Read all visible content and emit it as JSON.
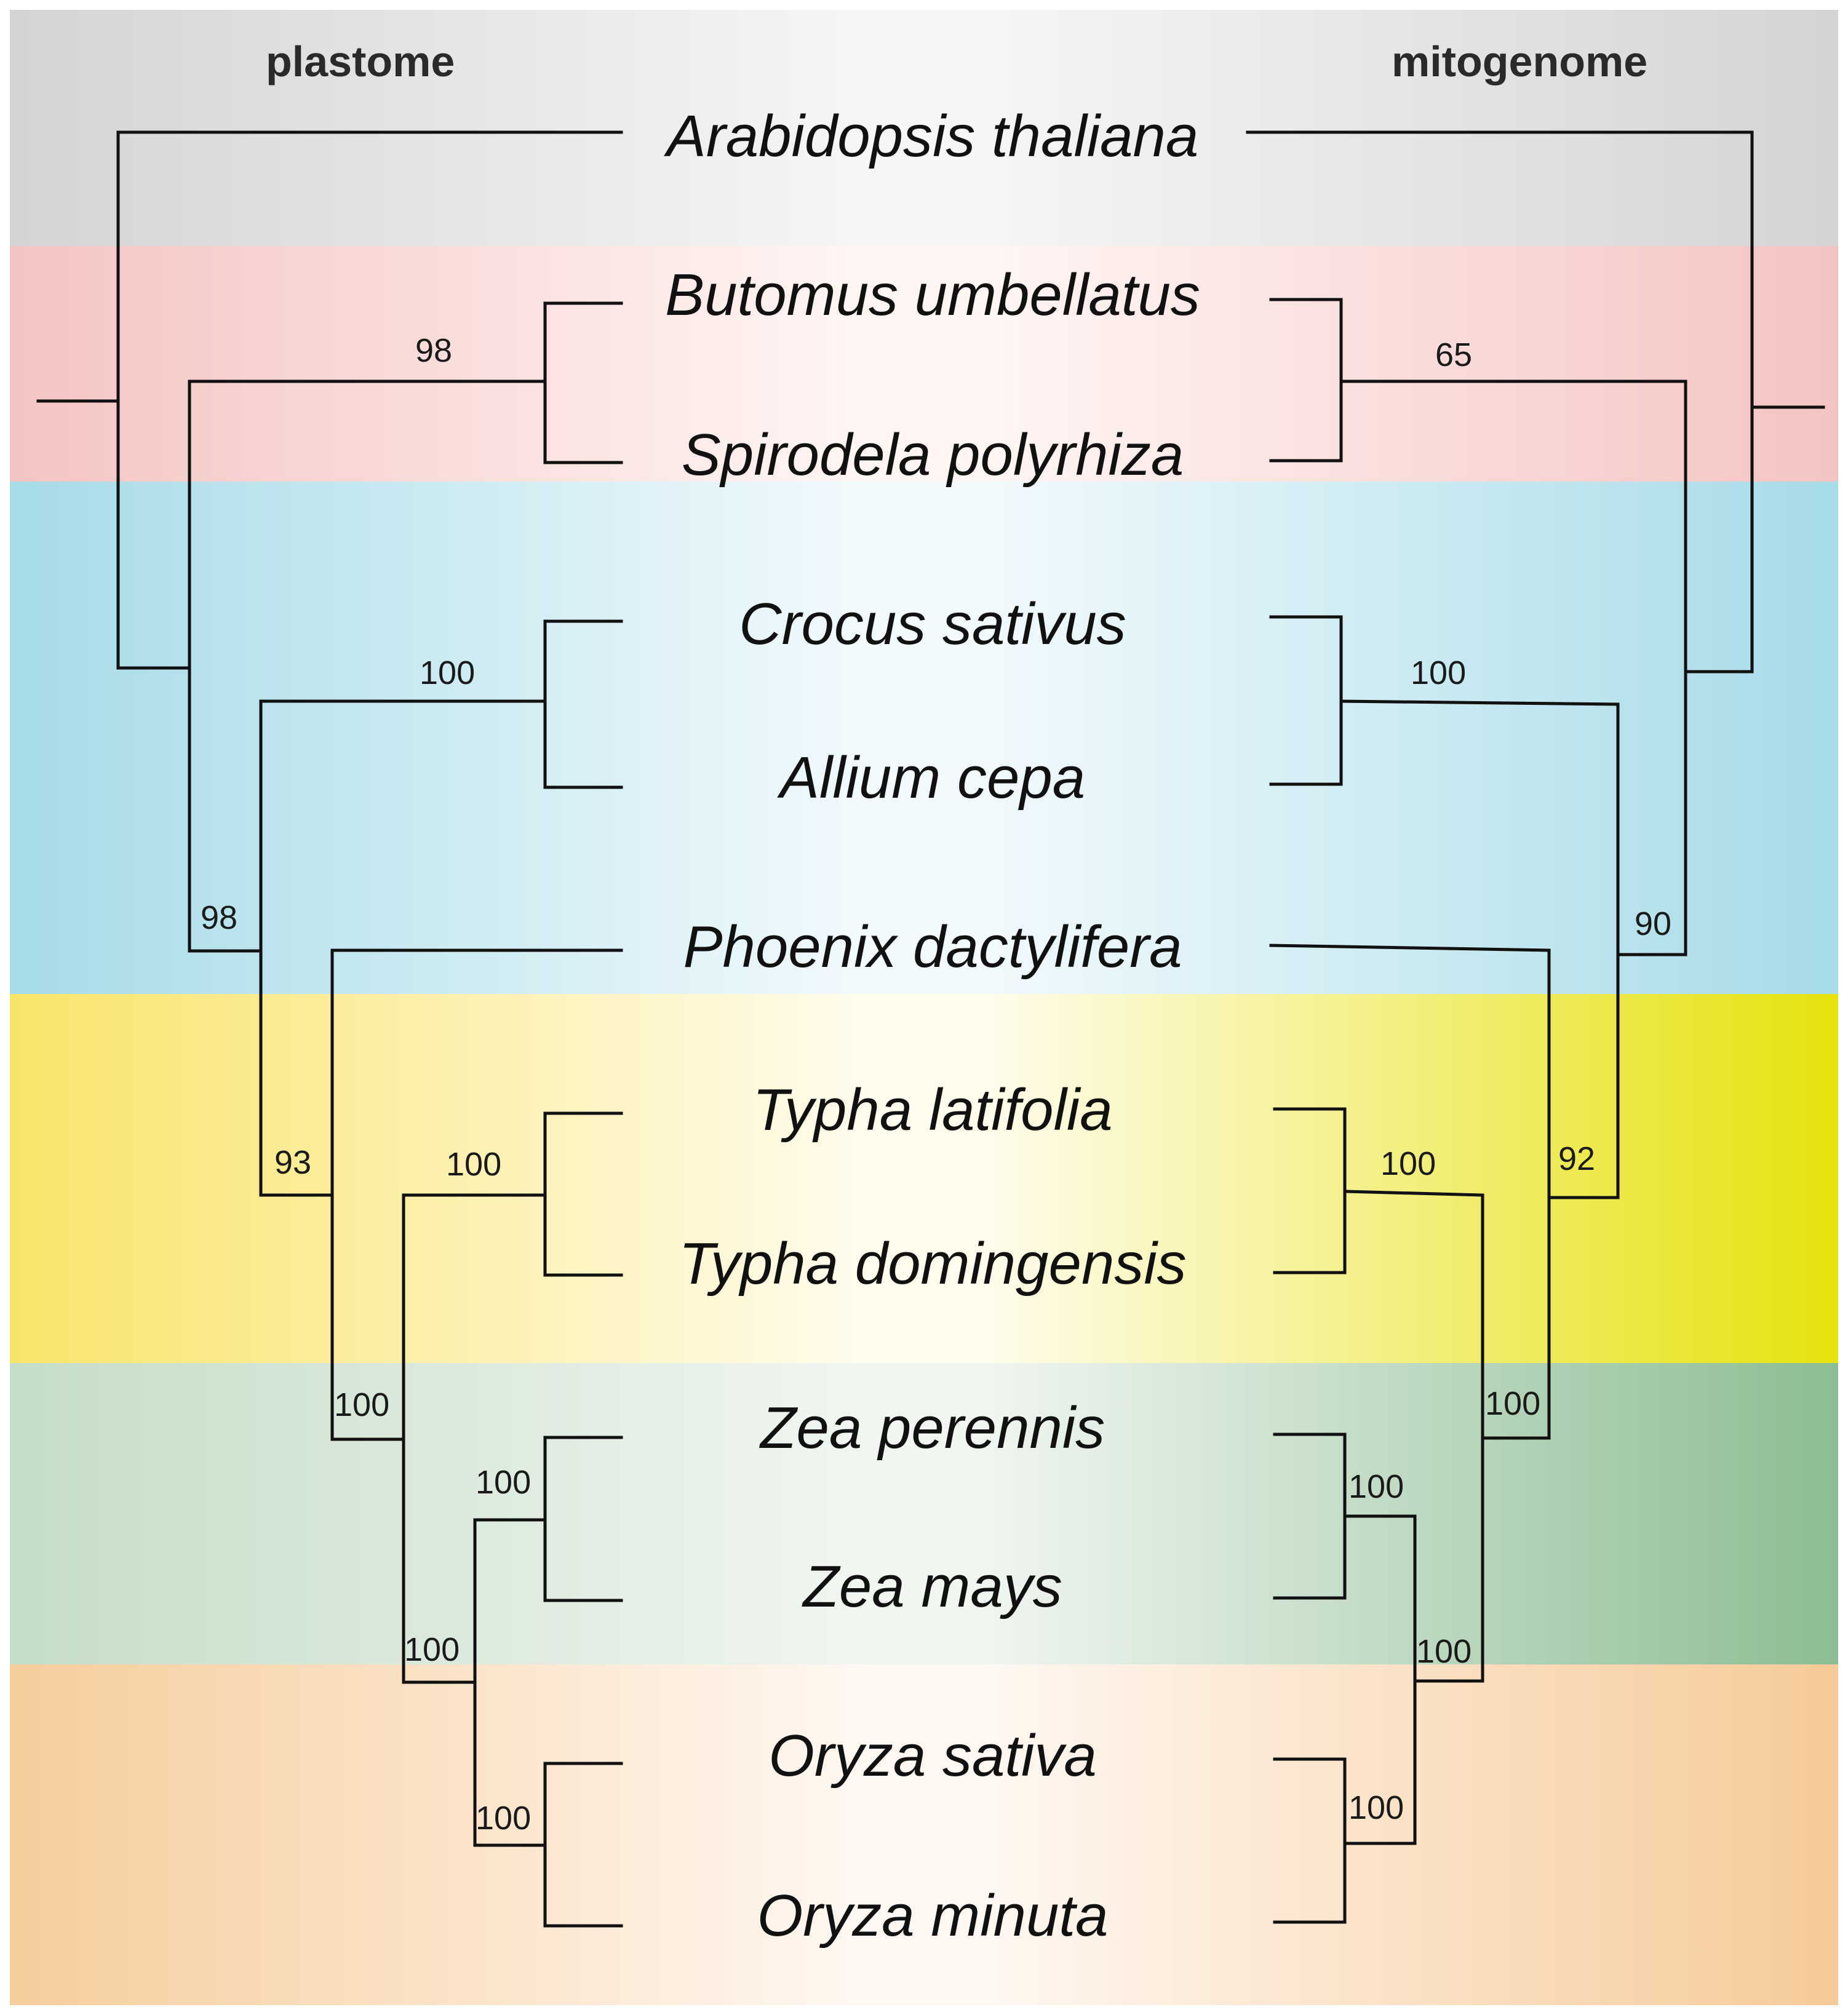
{
  "headings": {
    "left": "plastome",
    "right": "mitogenome"
  },
  "taxa": [
    "Arabidopsis thaliana",
    "Butomus umbellatus",
    "Spirodela polyrhiza",
    "Crocus sativus",
    "Allium cepa",
    "Phoenix dactylifera",
    "Typha latifolia",
    "Typha domingensis",
    "Zea perennis",
    "Zea mays",
    "Oryza sativa",
    "Oryza minuta"
  ],
  "plastome_support": {
    "butomus_spirodela": "98",
    "crocus_allium": "100",
    "alismatales_rest": "98",
    "asparagales_rest": "93",
    "typha_zea_oryza": "100",
    "typha": "100",
    "poaceae": "100",
    "zea": "100",
    "oryza": "100"
  },
  "mitogenome_support": {
    "butomus_spirodela": "65",
    "crocus_allium": "100",
    "monocots_rest": "90",
    "asparagales_rest": "92",
    "typha": "100",
    "phoenix_rest": "100",
    "typha_poaceae": "100",
    "zea": "100",
    "oryza": "100"
  },
  "bands": [
    {
      "name": "arabidopsis",
      "color": "#d8d8d8"
    },
    {
      "name": "alismatales",
      "color": "#f5c3c1"
    },
    {
      "name": "asparagales",
      "color": "#a9dce8"
    },
    {
      "name": "typhaceae",
      "color": "#e6e31a"
    },
    {
      "name": "zea",
      "color": "#8ebf96"
    },
    {
      "name": "oryza",
      "color": "#f5c896"
    }
  ]
}
